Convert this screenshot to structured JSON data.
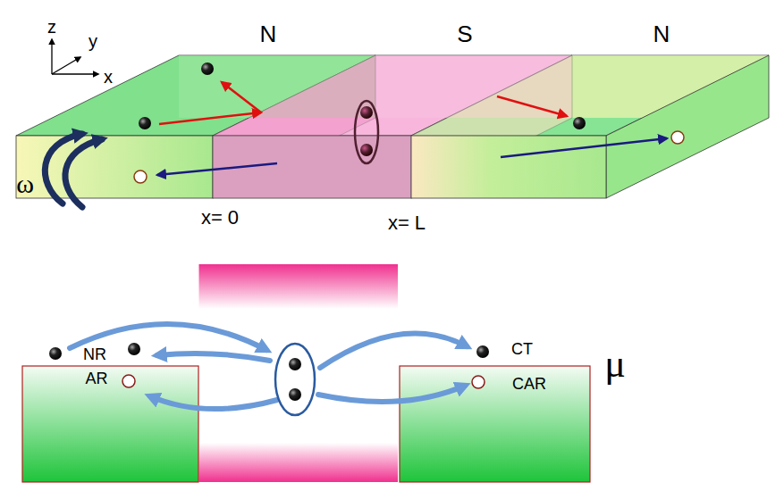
{
  "diagram": {
    "labels": [
      "z",
      "y",
      "x",
      "N",
      "S",
      "N",
      "ω",
      "x= 0",
      "x= L",
      "NR",
      "AR",
      "CT",
      "CAR",
      "μ"
    ]
  }
}
